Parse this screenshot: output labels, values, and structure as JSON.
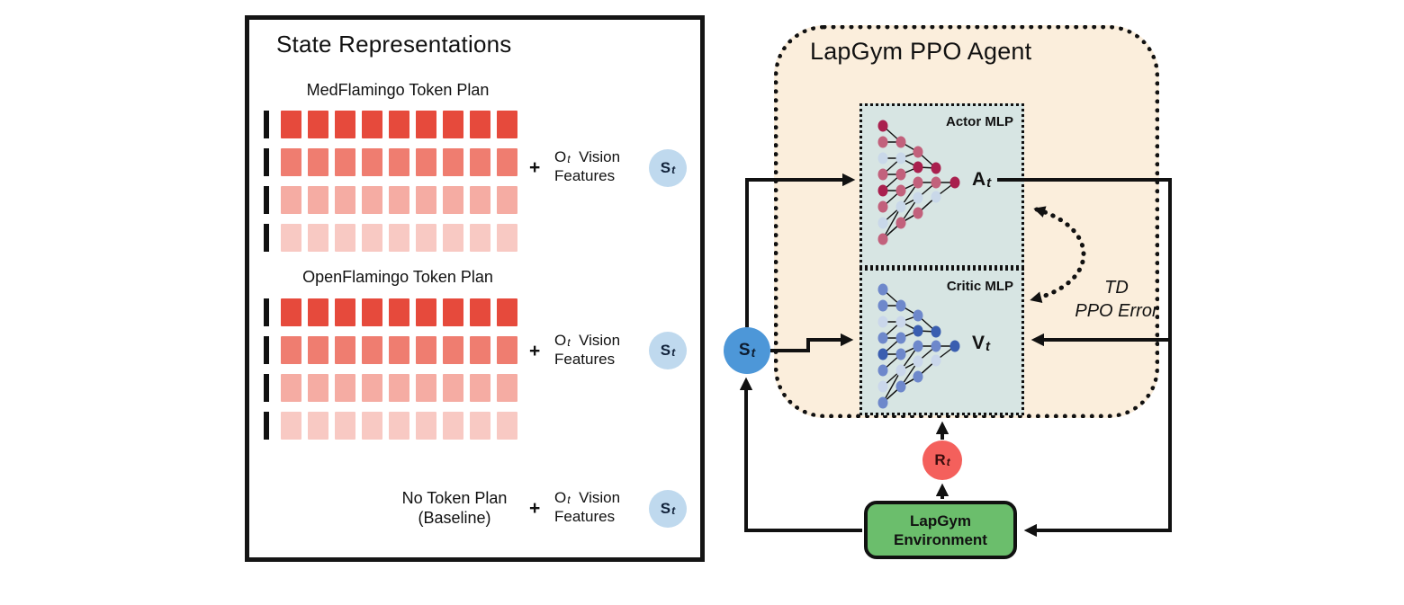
{
  "colors": {
    "panel_border": "#151515",
    "agent_bg": "#FBEEDC",
    "mlp_box_bg": "#D7E5E3",
    "env_green": "#6BBE6C",
    "reward_red": "#F4605C",
    "state_blue": "#4D97D8",
    "state_blue_light": "#BFD9EE",
    "token_row_colors": [
      "#E64A3C",
      "#EF7D70",
      "#F5ACA3",
      "#F8C9C3"
    ],
    "actor_node_colors": {
      "dark": "#A9204E",
      "mid": "#C2617C",
      "pale": "#C9D8E9"
    },
    "critic_node_colors": {
      "dark": "#3A5EB0",
      "mid": "#6E88CB",
      "light": "#A9BCDF",
      "pale": "#CAD7EB"
    }
  },
  "left_panel": {
    "title": "State Representations",
    "plans": [
      {
        "name": "MedFlamingo Token Plan",
        "rows": 4,
        "tokens_per_row": 9
      },
      {
        "name": "OpenFlamingo Token Plan",
        "rows": 4,
        "tokens_per_row": 9
      },
      {
        "name": "No Token Plan",
        "subtitle": "(Baseline)"
      }
    ],
    "plus_sign": "+",
    "vision": {
      "prefix_main": "O",
      "prefix_sub": "t",
      "word1": "Vision",
      "word2": "Features"
    }
  },
  "symbols": {
    "state": {
      "main": "S",
      "sub": "t"
    },
    "action": {
      "main": "A",
      "sub": "t"
    },
    "value": {
      "main": "V",
      "sub": "t"
    },
    "reward": {
      "main": "R",
      "sub": "t"
    }
  },
  "agent": {
    "title": "LapGym PPO Agent",
    "actor_mlp": {
      "label": "Actor MLP",
      "layers": [
        [
          "dark",
          "mid",
          "pale",
          "mid",
          "dark",
          "mid",
          "pale",
          "mid"
        ],
        [
          "mid",
          "pale",
          "mid",
          "mid",
          "pale",
          "mid"
        ],
        [
          "mid",
          "dark",
          "mid",
          "pale",
          "mid"
        ],
        [
          "dark",
          "mid",
          "pale"
        ],
        [
          "dark"
        ]
      ]
    },
    "critic_mlp": {
      "label": "Critic MLP",
      "layers": [
        [
          "mid",
          "mid",
          "pale",
          "mid",
          "dark",
          "mid",
          "pale",
          "mid"
        ],
        [
          "mid",
          "pale",
          "mid",
          "mid",
          "pale",
          "mid"
        ],
        [
          "mid",
          "dark",
          "mid",
          "pale",
          "mid"
        ],
        [
          "dark",
          "mid",
          "pale"
        ],
        [
          "dark"
        ]
      ]
    },
    "td_error": {
      "line1": "TD",
      "line2": "PPO Error"
    },
    "environment": {
      "line1": "LapGym",
      "line2": "Environment"
    }
  }
}
